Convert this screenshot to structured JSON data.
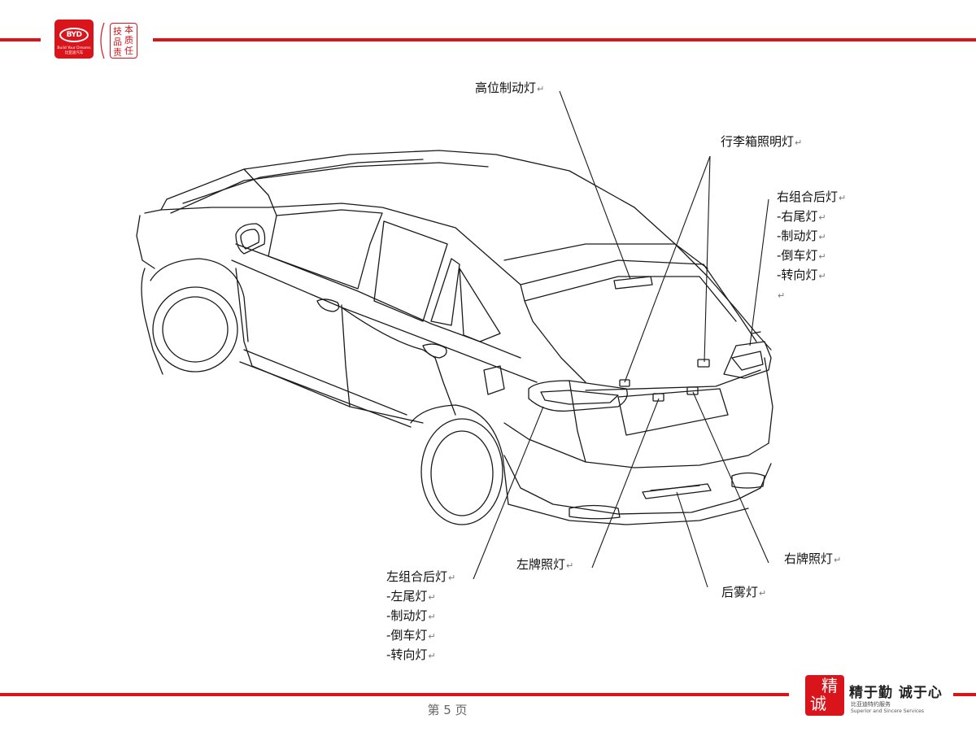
{
  "header": {
    "logo_text": "BYD",
    "logo_tagline": "Build Your Dreams",
    "logo_subtagline": "比亚迪汽车",
    "seal_chars": [
      "技",
      "本",
      "品",
      "质",
      "责",
      "任"
    ]
  },
  "diagram": {
    "callouts": [
      {
        "id": "high-brake-lamp",
        "lines": [
          "高位制动灯"
        ]
      },
      {
        "id": "trunk-lamp",
        "lines": [
          "行李箱照明灯"
        ]
      },
      {
        "id": "right-rear-combo-lamp",
        "lines": [
          "右组合后灯",
          "-右尾灯",
          "-制动灯",
          "-倒车灯",
          "-转向灯",
          ""
        ]
      },
      {
        "id": "left-license-lamp",
        "lines": [
          "左牌照灯"
        ]
      },
      {
        "id": "right-license-lamp",
        "lines": [
          "右牌照灯"
        ]
      },
      {
        "id": "rear-fog-lamp",
        "lines": [
          "后雾灯"
        ]
      },
      {
        "id": "left-rear-combo-lamp",
        "lines": [
          "左组合后灯",
          "-左尾灯",
          "-制动灯",
          "-倒车灯",
          "-转向灯"
        ]
      }
    ],
    "paragraph_mark": "↵"
  },
  "footer": {
    "page_label": "第 5 页",
    "logo_chars": [
      "精",
      "诚"
    ],
    "slogan": "精于勤 诚于心",
    "slogan_sub": "比亚迪特约服务",
    "slogan_en": "Superior and Sincere Services"
  },
  "colors": {
    "accent": "#d9141b",
    "line": "#1a1a1a"
  }
}
